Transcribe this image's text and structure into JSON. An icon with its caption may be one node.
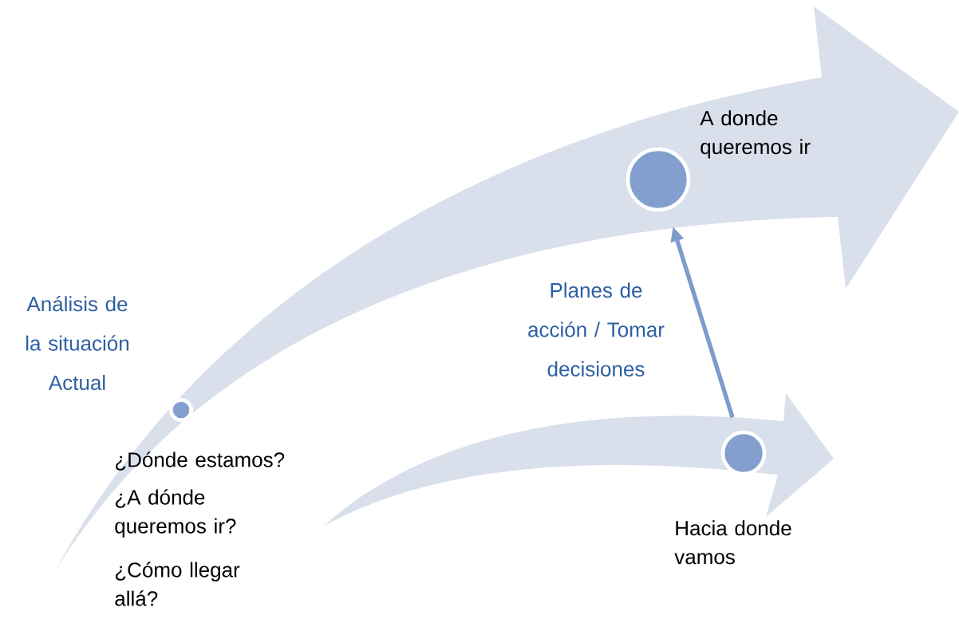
{
  "diagram": {
    "nodes": [
      {
        "text": [],
        "shape": "circle"
      },
      {
        "text": [],
        "shape": "circle",
        "beside": [
          "A donde queremos ir"
        ]
      },
      {
        "text": [],
        "shape": "circle",
        "beside": [
          "Hacia donde vamos"
        ]
      }
    ],
    "edges": [
      {
        "from": 2,
        "to": 1,
        "arrow": "to",
        "label": "Planes de acción / Tomar decisiones"
      }
    ],
    "labels": [
      "Análisis de la situación Actual",
      "¿Dónde estamos?",
      "¿A dónde queremos ir?",
      "¿Cómo llegar allá?"
    ]
  }
}
